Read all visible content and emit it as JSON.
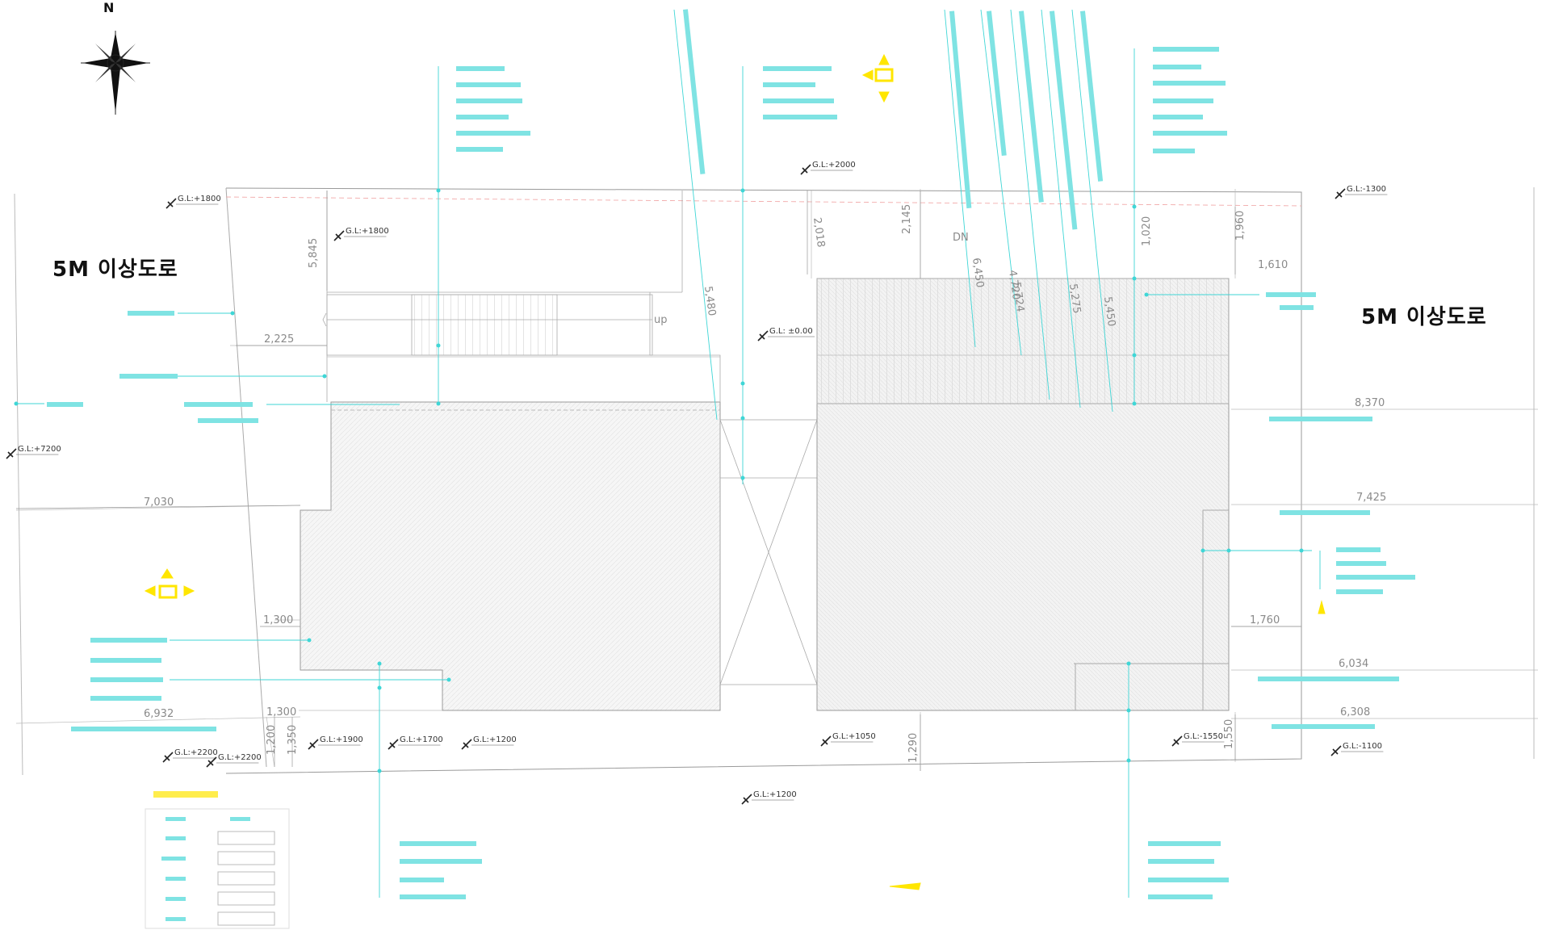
{
  "north_label": "N",
  "road_west": "5M  이상도로",
  "road_east": "5M  이상도로",
  "text_up": "up",
  "text_dn": "DN",
  "elevations": [
    "G.L:+1800",
    "G.L:+1800",
    "G.L:+2000",
    "G.L: ±0.00",
    "G.L:-1300",
    "G.L:+7200",
    "G.L:+1900",
    "G.L:+1700",
    "G.L:+1200",
    "G.L:+1050",
    "G.L:-1550",
    "G.L:+2200",
    "G.L:+2200",
    "G.L:-1100",
    "G.L:+1200"
  ],
  "dimensions": [
    "5,845",
    "2,225",
    "2,018",
    "2,145",
    "6,450",
    "4,720",
    "5,724",
    "5,275",
    "5,450",
    "5,480",
    "1,960",
    "1,610",
    "8,370",
    "7,425",
    "7,030",
    "1,300",
    "1,760",
    "6,034",
    "6,932",
    "1,300",
    "6,308",
    "1,200",
    "1,350",
    "1,290",
    "1,020",
    "1,550"
  ],
  "colors": {
    "annotation": "#3fd6d6",
    "marker": "#ffe600",
    "lines": "#9a9a9a",
    "hatch": "#eeeeee"
  }
}
